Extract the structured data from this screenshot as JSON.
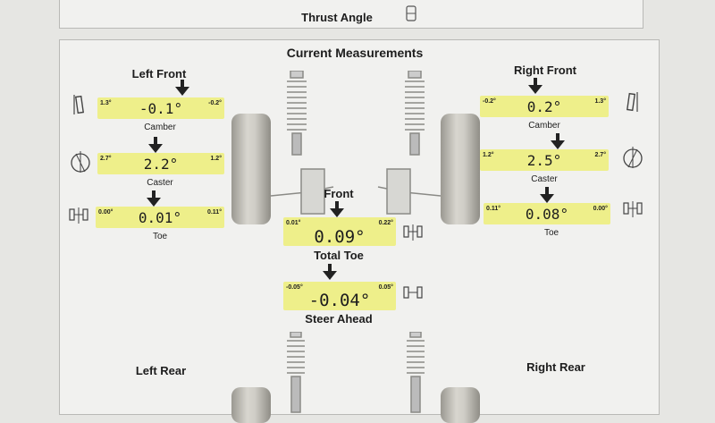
{
  "thrust": {
    "label": "Thrust Angle",
    "icon": "vehicle-icon"
  },
  "main": {
    "title": "Current Measurements",
    "left_front": {
      "title": "Left Front",
      "camber": {
        "label": "Camber",
        "value": "-0.1°",
        "min": "1.3°",
        "max": "-0.2°",
        "icon": "camber-wheel-icon"
      },
      "caster": {
        "label": "Caster",
        "value": "2.2°",
        "min": "2.7°",
        "max": "1.2°",
        "icon": "caster-wheel-icon"
      },
      "toe": {
        "label": "Toe",
        "value": "0.01°",
        "min": "0.00°",
        "max": "0.11°",
        "icon": "toe-vehicle-icon"
      }
    },
    "right_front": {
      "title": "Right Front",
      "camber": {
        "label": "Camber",
        "value": "0.2°",
        "min": "-0.2°",
        "max": "1.3°",
        "icon": "camber-wheel-icon"
      },
      "caster": {
        "label": "Caster",
        "value": "2.5°",
        "min": "1.2°",
        "max": "2.7°",
        "icon": "caster-wheel-icon"
      },
      "toe": {
        "label": "Toe",
        "value": "0.08°",
        "min": "0.11°",
        "max": "0.00°",
        "icon": "toe-vehicle-icon"
      }
    },
    "front": {
      "title": "Front",
      "total_toe": {
        "label": "Total Toe",
        "value": "0.09°",
        "min": "0.01°",
        "max": "0.22°"
      },
      "steer_ahead": {
        "label": "Steer Ahead",
        "value": "-0.04°",
        "min": "-0.05°",
        "max": "0.05°"
      }
    },
    "left_rear": {
      "title": "Left Rear"
    },
    "right_rear": {
      "title": "Right Rear"
    }
  }
}
